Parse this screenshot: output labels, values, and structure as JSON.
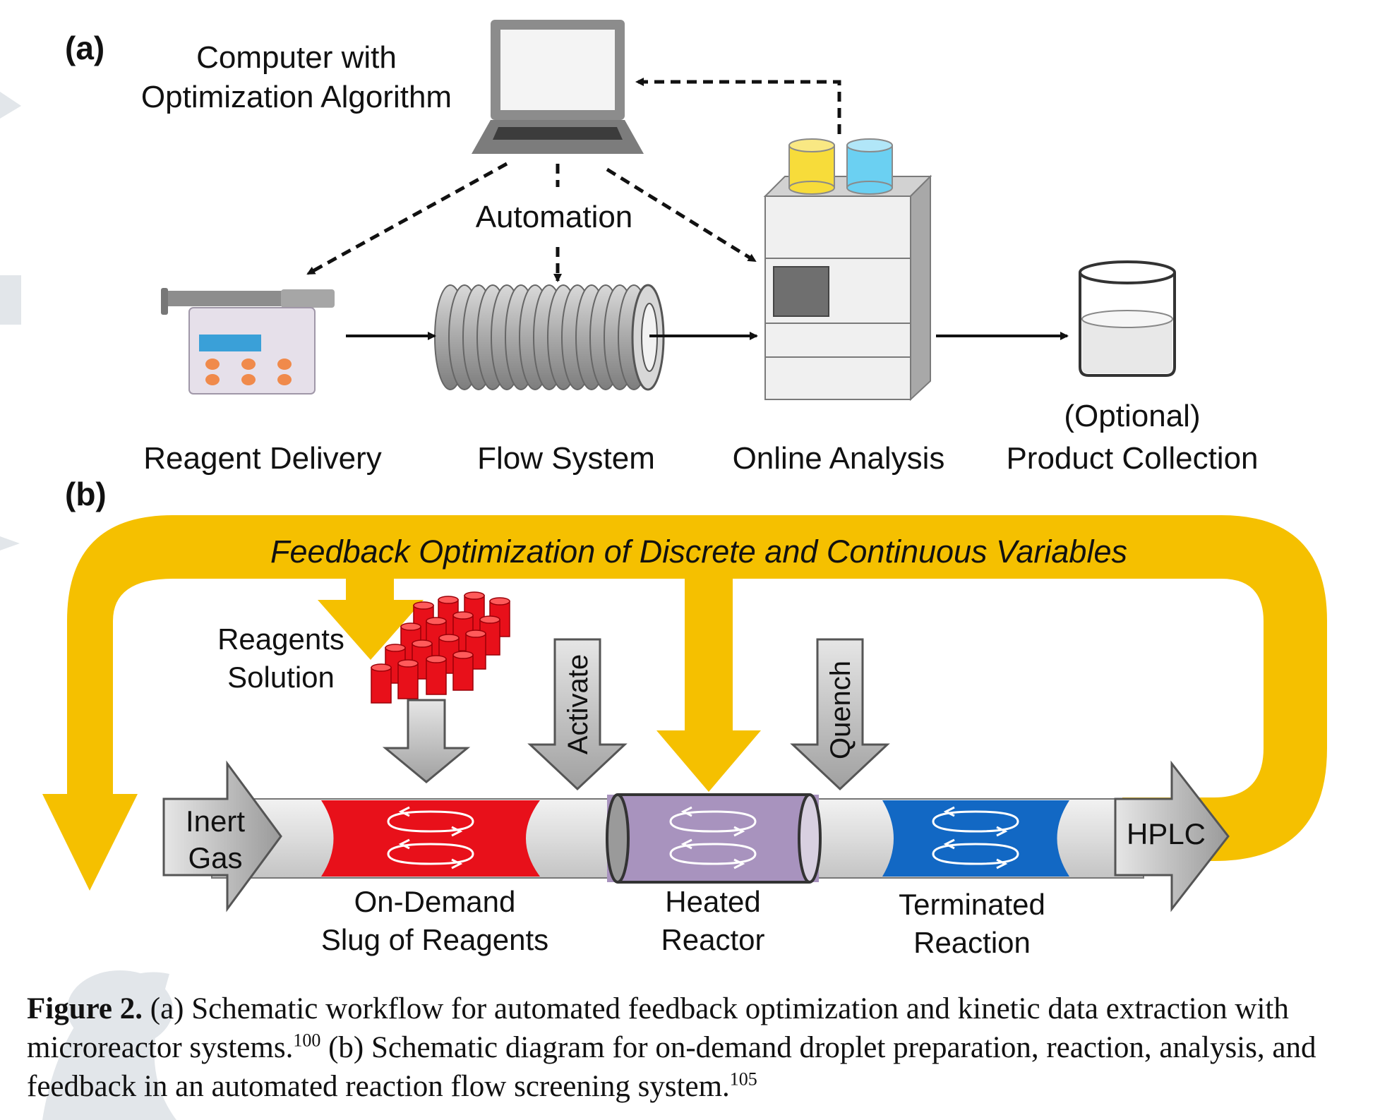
{
  "panel_a": {
    "label": "(a)",
    "computer_label_1": "Computer with",
    "computer_label_2": "Optimization Algorithm",
    "automation_label": "Automation",
    "steps": [
      "Reagent Delivery",
      "Flow System",
      "Online Analysis"
    ],
    "collection_label_1": "(Optional)",
    "collection_label_2": "Product Collection"
  },
  "panel_b": {
    "label": "(b)",
    "feedback_title": "Feedback Optimization of Discrete and Continuous Variables",
    "reagents_label_1": "Reagents",
    "reagents_label_2": "Solution",
    "activate_label": "Activate",
    "quench_label": "Quench",
    "inert_label_1": "Inert",
    "inert_label_2": "Gas",
    "hplc_label": "HPLC",
    "slug_label_1": "On-Demand",
    "slug_label_2": "Slug of Reagents",
    "heated_label_1": "Heated",
    "heated_label_2": "Reactor",
    "terminated_label_1": "Terminated",
    "terminated_label_2": "Reaction"
  },
  "colors": {
    "feedback_yellow": "#F5C000",
    "slug_red": "#E8101A",
    "reactor_purple": "#A893BE",
    "terminated_blue": "#1268C4",
    "device_gray": "#9A9A9A"
  },
  "caption": {
    "figure_label": "Figure 2.",
    "part1": "(a) Schematic workflow for automated feedback optimization and kinetic data extraction with microreactor systems.",
    "ref1": "100",
    "part2": "(b) Schematic diagram for on-demand droplet preparation, reaction, analysis, and feedback in an automated reaction flow screening system.",
    "ref2": "105"
  }
}
